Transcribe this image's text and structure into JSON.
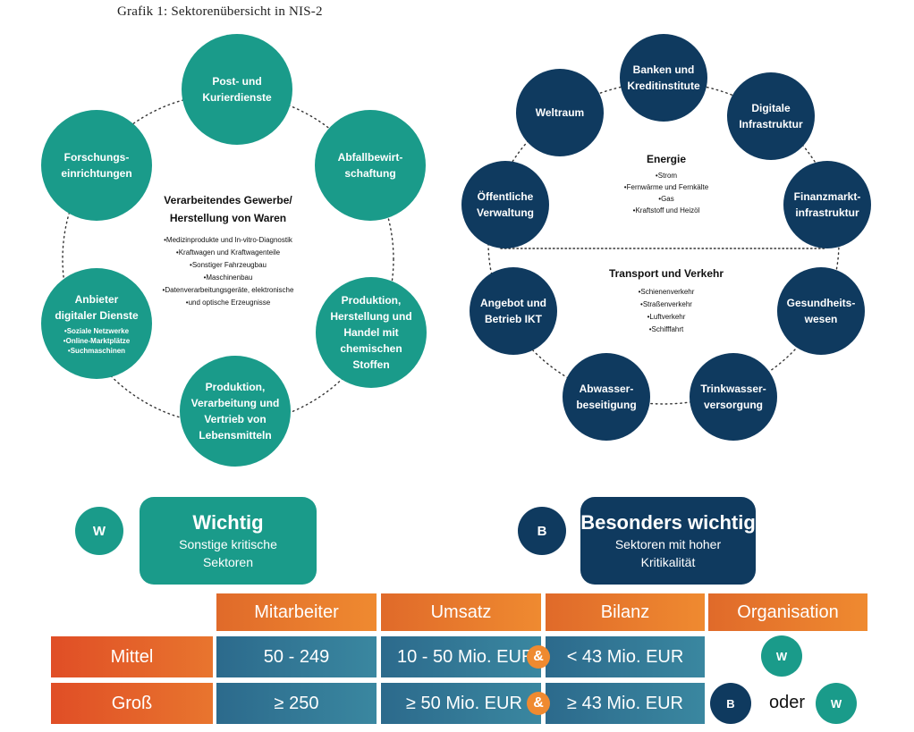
{
  "title": "Grafik 1: Sektorenübersicht in NIS-2",
  "colors": {
    "teal": "#1a9b8a",
    "navy": "#0f3a5f",
    "orange": "#ef8a30",
    "table_blue": "#3a87a0"
  },
  "left_diagram": {
    "center_heading": "Verarbeitendes Gewerbe/\nHerstellung von Waren",
    "center_items": [
      "Medizinprodukte und In-vitro-Diagnostik",
      "Kraftwagen und Kraftwagenteile",
      "Sonstiger Fahrzeugbau",
      "Maschinenbau",
      "Datenverarbeitungsgeräte, elektronische",
      "und optische Erzeugnisse"
    ],
    "nodes": [
      {
        "label": "Post- und\nKurierdienste"
      },
      {
        "label": "Abfallbewirt-\nschaftung"
      },
      {
        "label": "Produktion,\nHerstellung und\nHandel mit\nchemischen\nStoffen"
      },
      {
        "label": "Produktion,\nVerarbeitung und\nVertrieb von\nLebensmitteln"
      },
      {
        "label": "Anbieter\ndigitaler Dienste",
        "items": [
          "Soziale Netzwerke",
          "Online-Marktplätze",
          "Suchmaschinen"
        ]
      },
      {
        "label": "Forschungs-\neinrichtungen"
      }
    ]
  },
  "right_diagram": {
    "energy_heading": "Energie",
    "energy_items": [
      "Strom",
      "Fernwärme und Fernkälte",
      "Gas",
      "Kraftstoff und Heizöl"
    ],
    "transport_heading": "Transport und Verkehr",
    "transport_items": [
      "Schienenverkehr",
      "Straßenverkehr",
      "Luftverkehr",
      "Schifffahrt"
    ],
    "nodes": [
      {
        "label": "Banken und\nKreditinstitute"
      },
      {
        "label": "Digitale\nInfrastruktur"
      },
      {
        "label": "Finanzmarkt-\ninfrastruktur"
      },
      {
        "label": "Gesundheits-\nwesen"
      },
      {
        "label": "Trinkwasser-\nversorgung"
      },
      {
        "label": "Abwasser-\nbeseitigung"
      },
      {
        "label": "Angebot und\nBetrieb IKT"
      },
      {
        "label": "Öffentliche\nVerwaltung"
      },
      {
        "label": "Weltraum"
      }
    ]
  },
  "legend": {
    "w_badge": "W",
    "w_title": "Wichtig",
    "w_sub": "Sonstige kritische\nSektoren",
    "b_badge": "B",
    "b_title": "Besonders wichtig",
    "b_sub": "Sektoren mit hoher\nKritikalität"
  },
  "table": {
    "headers": [
      "Mitarbeiter",
      "Umsatz",
      "Bilanz",
      "Organisation"
    ],
    "rows": [
      {
        "label": "Mittel",
        "mitarbeiter": "50 - 249",
        "umsatz": "10 - 50 Mio. EUR",
        "amp": "&",
        "bilanz": "< 43 Mio. EUR",
        "org_badge": "W"
      },
      {
        "label": "Groß",
        "mitarbeiter": "≥ 250",
        "umsatz": "≥ 50 Mio. EUR",
        "amp": "&",
        "bilanz": "≥ 43 Mio. EUR",
        "org_badge_b": "B",
        "oder": "oder",
        "org_badge": "W"
      }
    ]
  }
}
